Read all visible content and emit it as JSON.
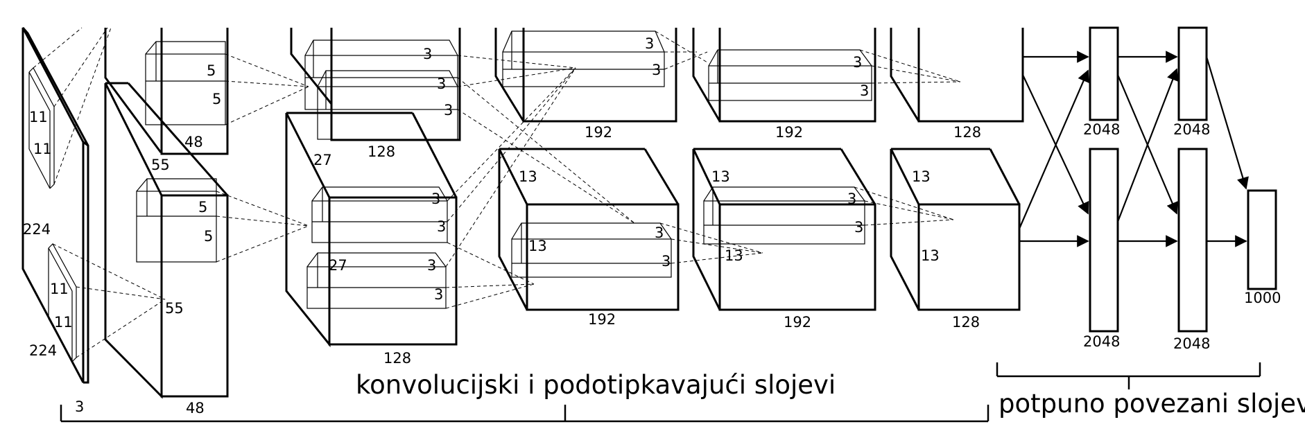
{
  "caption": {
    "conv": "konvolucijski i podotipkavajući slojevi",
    "fc": "potpuno povezani slojevi"
  },
  "input": {
    "h": "224",
    "w": "224",
    "d": "3",
    "kernel_h": "11",
    "kernel_w": "11",
    "kernel2_h": "11",
    "kernel2_w": "11"
  },
  "conv1": {
    "size": "55",
    "size2": "55",
    "depth_top": "48",
    "depth_bottom": "48",
    "k1": "5",
    "k2": "5",
    "k3": "5",
    "k4": "5"
  },
  "conv2": {
    "size": "27",
    "size2": "27",
    "depth_top": "128",
    "depth_bottom": "128",
    "k1": "3",
    "k2": "3",
    "k3": "3",
    "k4": "3",
    "k5": "3",
    "k6": "3",
    "k7": "3",
    "k8": "3"
  },
  "conv3": {
    "size": "13",
    "size2": "13",
    "depth_top": "192",
    "depth_bottom": "192",
    "k1": "3",
    "k2": "3",
    "k3": "3",
    "k4": "3"
  },
  "conv4": {
    "size": "13",
    "size2": "13",
    "depth_top": "192",
    "depth_bottom": "192",
    "k1": "3",
    "k2": "3",
    "k3": "3",
    "k4": "3"
  },
  "conv5": {
    "size": "13",
    "size2": "13",
    "depth_top": "128",
    "depth_bottom": "128"
  },
  "fc": {
    "fc6_top": "2048",
    "fc6_bottom": "2048",
    "fc7_top": "2048",
    "fc7_bottom": "2048",
    "out": "1000"
  }
}
